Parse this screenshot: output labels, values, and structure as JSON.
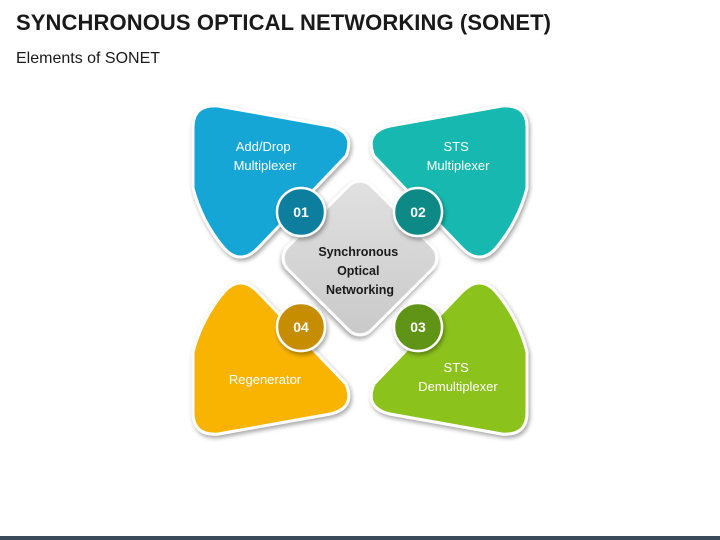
{
  "title": "SYNCHRONOUS OPTICAL NETWORKING (SONET)",
  "subtitle": "Elements of SONET",
  "center": {
    "lines": [
      "Synchronous",
      "Optical",
      "Networking"
    ]
  },
  "petals": [
    {
      "number": "01",
      "lines": [
        "Add/Drop",
        "Multiplexer"
      ],
      "color": "#13A6D6",
      "badge_color": "#0D7E9E"
    },
    {
      "number": "02",
      "lines": [
        "STS",
        "Multiplexer"
      ],
      "color": "#16B8B0",
      "badge_color": "#0F8A85"
    },
    {
      "number": "03",
      "lines": [
        "STS",
        "Demultiplexer"
      ],
      "color": "#8CC21F",
      "badge_color": "#5E9419"
    },
    {
      "number": "04",
      "lines": [
        "Regenerator"
      ],
      "color": "#F8B400",
      "badge_color": "#C68D00"
    }
  ]
}
